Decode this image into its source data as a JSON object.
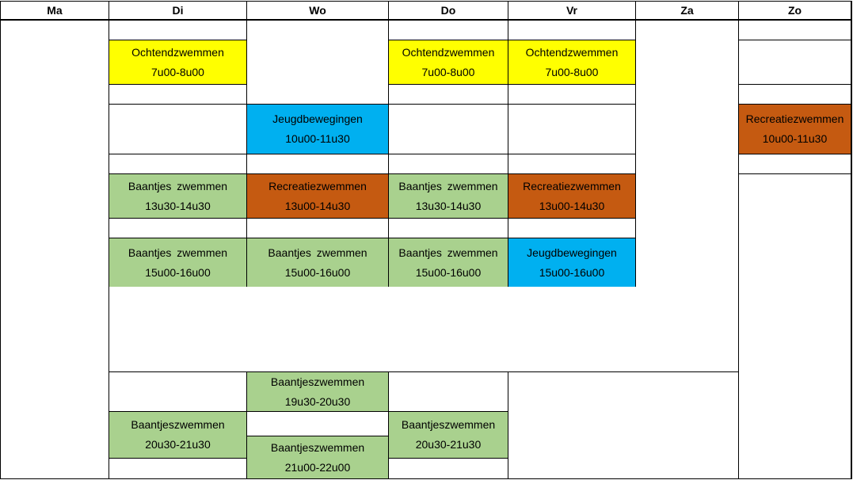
{
  "days": [
    "Ma",
    "Di",
    "Wo",
    "Do",
    "Vr",
    "Za",
    "Zo"
  ],
  "activities": {
    "ochtendzwemmen": "Ochtendzwemmen",
    "jeugdbewegingen": "Jeugdbewegingen",
    "recreatiezwemmen": "Recreatiezwemmen",
    "baantjes_zwemmen": "Baantjes  zwemmen",
    "baantjes_zwemmen_plain": "Baantjes zwemmen",
    "baantjeszwemmen": "Baantjeszwemmen"
  },
  "times": {
    "t7_8": "7u00-8u00",
    "t10_1130": "10u00-11u30",
    "t1330_1430": "13u30-14u30",
    "t13_1430": "13u00-14u30",
    "t15_16": "15u00-16u00",
    "t1930_2030": "19u30-20u30",
    "t2030_2130": "20u30-21u30",
    "t21_22": "21u00-22u00"
  },
  "colors": {
    "ochtendzwemmen": "#ffff00",
    "jeugdbewegingen": "#00b0f0",
    "recreatiezwemmen": "#c55a11",
    "baantjes": "#a9d18e"
  }
}
